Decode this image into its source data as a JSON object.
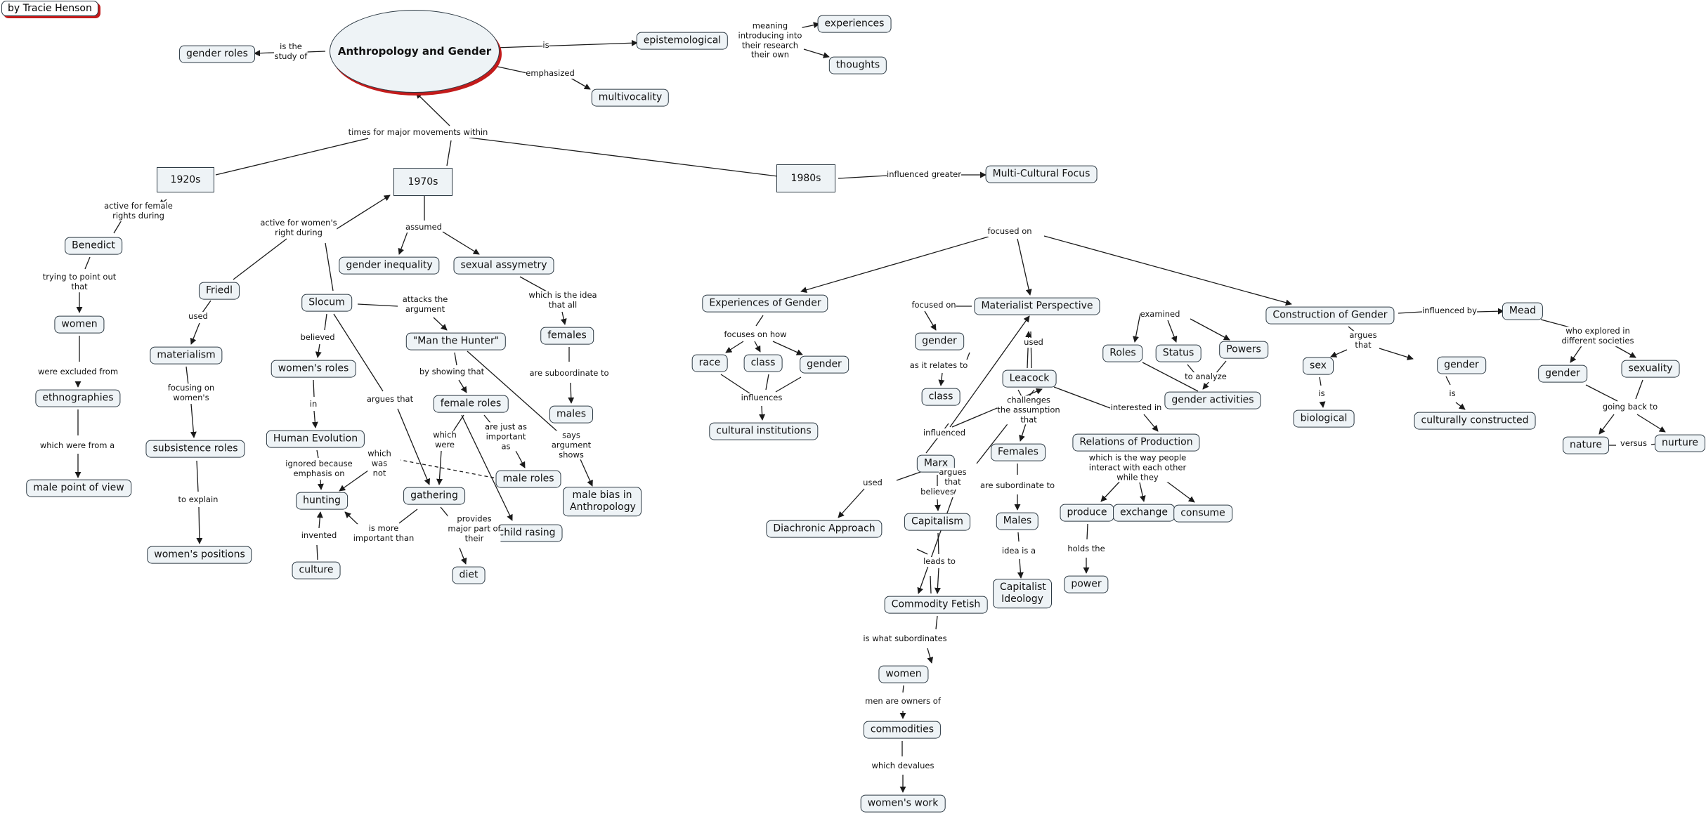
{
  "author": "by Tracie Henson",
  "nodes": {
    "main": "Anthropology and Gender",
    "gender_roles": "gender roles",
    "epistemological": "epistemological",
    "experiences": "experiences",
    "thoughts": "thoughts",
    "multivocality": "multivocality",
    "d1920s": "1920s",
    "d1970s": "1970s",
    "d1980s": "1980s",
    "multicultural": "Multi-Cultural Focus",
    "benedict": "Benedict",
    "women1": "women",
    "ethnographies": "ethnographies",
    "male_pov": "male point of view",
    "friedl": "Friedl",
    "materialism": "materialism",
    "subsistence": "subsistence roles",
    "womens_positions": "women's positions",
    "slocum": "Slocum",
    "womens_roles": "women's roles",
    "human_evolution": "Human Evolution",
    "hunting": "hunting",
    "culture": "culture",
    "gathering": "gathering",
    "diet": "diet",
    "child_rasing": "child rasing",
    "man_hunter": "\"Man the Hunter\"",
    "female_roles": "female roles",
    "male_roles": "male roles",
    "male_bias": "male bias in Anthropology",
    "gender_inequality": "gender inequality",
    "sexual_assymetry": "sexual assymetry",
    "females1": "females",
    "males1": "males",
    "exp_gender": "Experiences of Gender",
    "race": "race",
    "class1": "class",
    "gender1": "gender",
    "cultural_inst": "cultural institutions",
    "gender2": "gender",
    "class2": "class",
    "materialist": "Materialist Perspective",
    "leacock": "Leacock",
    "marx": "Marx",
    "diachronic": "Diachronic Approach",
    "capitalism": "Capitalism",
    "commodity_fetish": "Commodity Fetish",
    "women2": "women",
    "commodities": "commodities",
    "womens_work": "women's work",
    "females2": "Females",
    "males2": "Males",
    "capitalist_ideology": "Capitalist Ideology",
    "relations_production": "Relations of Production",
    "produce": "produce",
    "exchange": "exchange",
    "consume": "consume",
    "power": "power",
    "roles": "Roles",
    "status": "Status",
    "powers": "Powers",
    "gender_activities": "gender activities",
    "construction": "Construction of Gender",
    "sex": "sex",
    "biological": "biological",
    "gender3": "gender",
    "culturally": "culturally constructed",
    "mead": "Mead",
    "gender4": "gender",
    "sexuality": "sexuality",
    "nature": "nature",
    "nurture": "nurture"
  },
  "labels": {
    "is_the_study_of": "is the\nstudy of",
    "is": "is",
    "meaning": "meaning\nintroducing into\ntheir research\ntheir own",
    "emphasized": "emphasized",
    "times_for": "times for major movements within",
    "influenced_greater": "influenced greater",
    "active_female": "active for female\nrights during",
    "trying": "trying to point out\nthat",
    "excluded": "were excluded from",
    "which_were_from": "which were from a",
    "active_womens": "active for women's\nright during",
    "used1": "used",
    "focusing": "focusing on\nwomen's",
    "to_explain": "to explain",
    "believed": "believed",
    "in": "in",
    "ignored": "ignored because\nemphasis on",
    "invented": "invented",
    "argues_that1": "argues that",
    "attacks": "attacks the\nargument",
    "by_showing": "by showing that",
    "which_were": "which\nwere",
    "just_as": "are just as\nimportant\nas",
    "says": "says\nargument\nshows",
    "which_was_not": "which\nwas\nnot",
    "more_important": "is more\nimportant than",
    "provides": "provides\nmajor part of\ntheir",
    "assumed": "assumed",
    "idea_that_all": "which is the idea\nthat all",
    "subordinate1": "are suboordinate to",
    "focused_on": "focused on",
    "focuses_how": "focuses on how",
    "influences": "influences",
    "focused_on2": "focused on",
    "as_relates": "as it relates to",
    "used2": "used",
    "challenges": "challenges\nthe assumption\nthat",
    "interested": "interested in",
    "influenced": "influenced",
    "argues_that2": "argues\nthat",
    "used3": "used",
    "believes": "believes",
    "leads_to": "leads to",
    "is_what": "is what subordinates",
    "owners": "men are owners of",
    "devalues": "which devalues",
    "subordinate2": "are subordinate to",
    "idea_is_a": "idea is a",
    "way_people": "which is the way people\ninteract with each other\nwhile they",
    "holds_the": "holds the",
    "examined": "examined",
    "to_analyze": "to analyze",
    "influenced_by": "influenced by",
    "argues_that3": "argues\nthat",
    "is2": "is",
    "is3": "is",
    "who_explored": "who explored in\ndifferent societies",
    "going_back": "going back to",
    "versus": "versus"
  },
  "colors": {
    "node_fill": "#eef3f6",
    "line": "#1a1a1a",
    "shadow": "#c31b1b"
  }
}
